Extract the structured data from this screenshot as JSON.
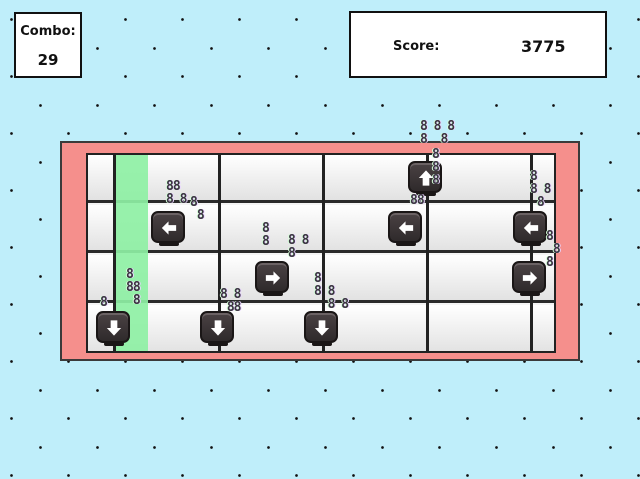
{
  "combo": {
    "label": "Combo:",
    "value": "29"
  },
  "score": {
    "label": "Score:",
    "value": "3775"
  },
  "notes": [
    {
      "direction": "left"
    },
    {
      "direction": "left"
    },
    {
      "direction": "left"
    },
    {
      "direction": "up"
    },
    {
      "direction": "right"
    },
    {
      "direction": "right"
    },
    {
      "direction": "down"
    },
    {
      "direction": "down"
    },
    {
      "direction": "down"
    }
  ],
  "colors": {
    "background": "#bfeefa",
    "board": "#f58f8c",
    "hit_zone": "#8ef0a4",
    "note": "#3a3334"
  }
}
